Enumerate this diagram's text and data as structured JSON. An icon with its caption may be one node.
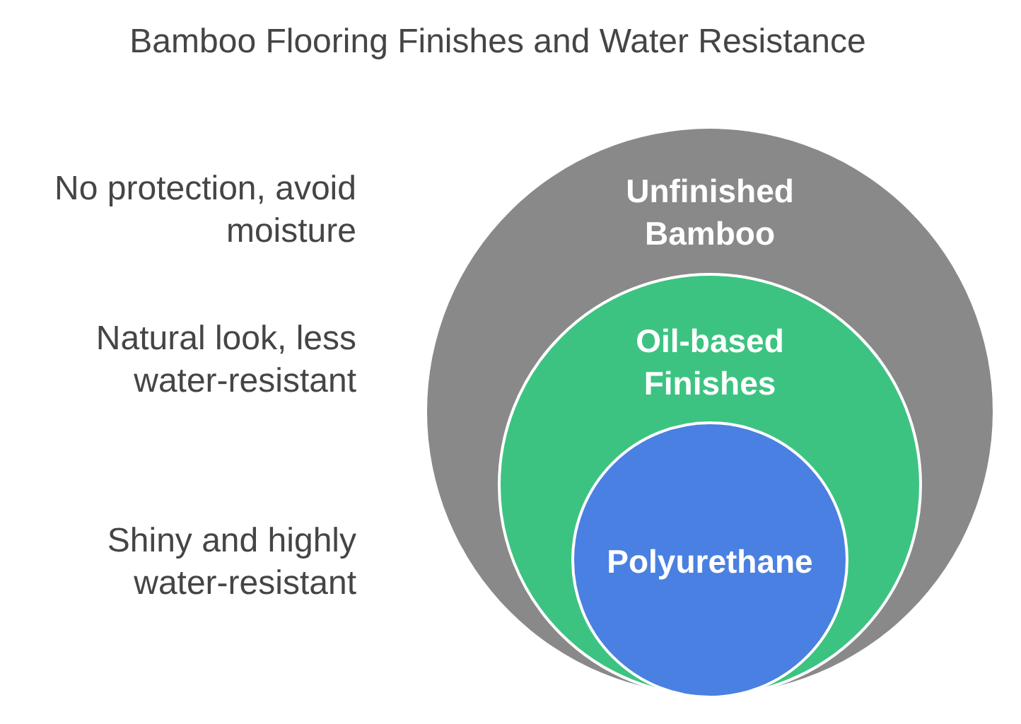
{
  "diagram": {
    "title": "Bamboo Flooring Finishes and Water Resistance",
    "nodes": [
      {
        "text": [
          "Unfinished Bamboo"
        ]
      },
      {
        "text": [
          "Oil-based Finishes"
        ],
        "in": 0
      },
      {
        "text": [
          "Polyurethane"
        ],
        "in": 1
      }
    ],
    "labels": [
      "No protection, avoid moisture",
      "Natural look, less water-resistant",
      "Shiny and highly water-resistant"
    ]
  }
}
